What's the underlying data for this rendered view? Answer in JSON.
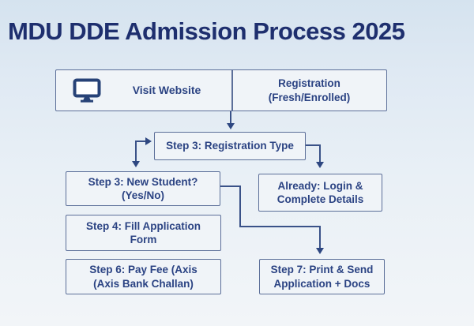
{
  "title": "MDU DDE Admission Process 2025",
  "colors": {
    "title_text": "#1e2f6e",
    "box_border": "#5c6f99",
    "box_fill": "#f0f4f8",
    "box_text": "#2b4383",
    "connector": "#3a5288",
    "background_top": "#d5e3ef",
    "background_bottom": "#f2f5f8"
  },
  "flow": {
    "start": {
      "icon": "monitor-icon",
      "left_label": "Visit Website",
      "right_line1": "Registration",
      "right_line2": "(Fresh/Enrolled)"
    },
    "step3_type": {
      "label": "Step 3: Registration Type"
    },
    "new_student": {
      "line1": "Step 3: New Student?",
      "line2": "(Yes/No)"
    },
    "already": {
      "line1": "Already: Login &",
      "line2": "Complete Details"
    },
    "step4": {
      "line1": "Step 4: Fill Application",
      "line2": "Form"
    },
    "step6": {
      "line1": "Step 6: Pay Fee (Axis",
      "line2": "(Axis Bank Challan)"
    },
    "step7": {
      "line1": "Step 7: Print & Send",
      "line2": "Application + Docs"
    }
  }
}
